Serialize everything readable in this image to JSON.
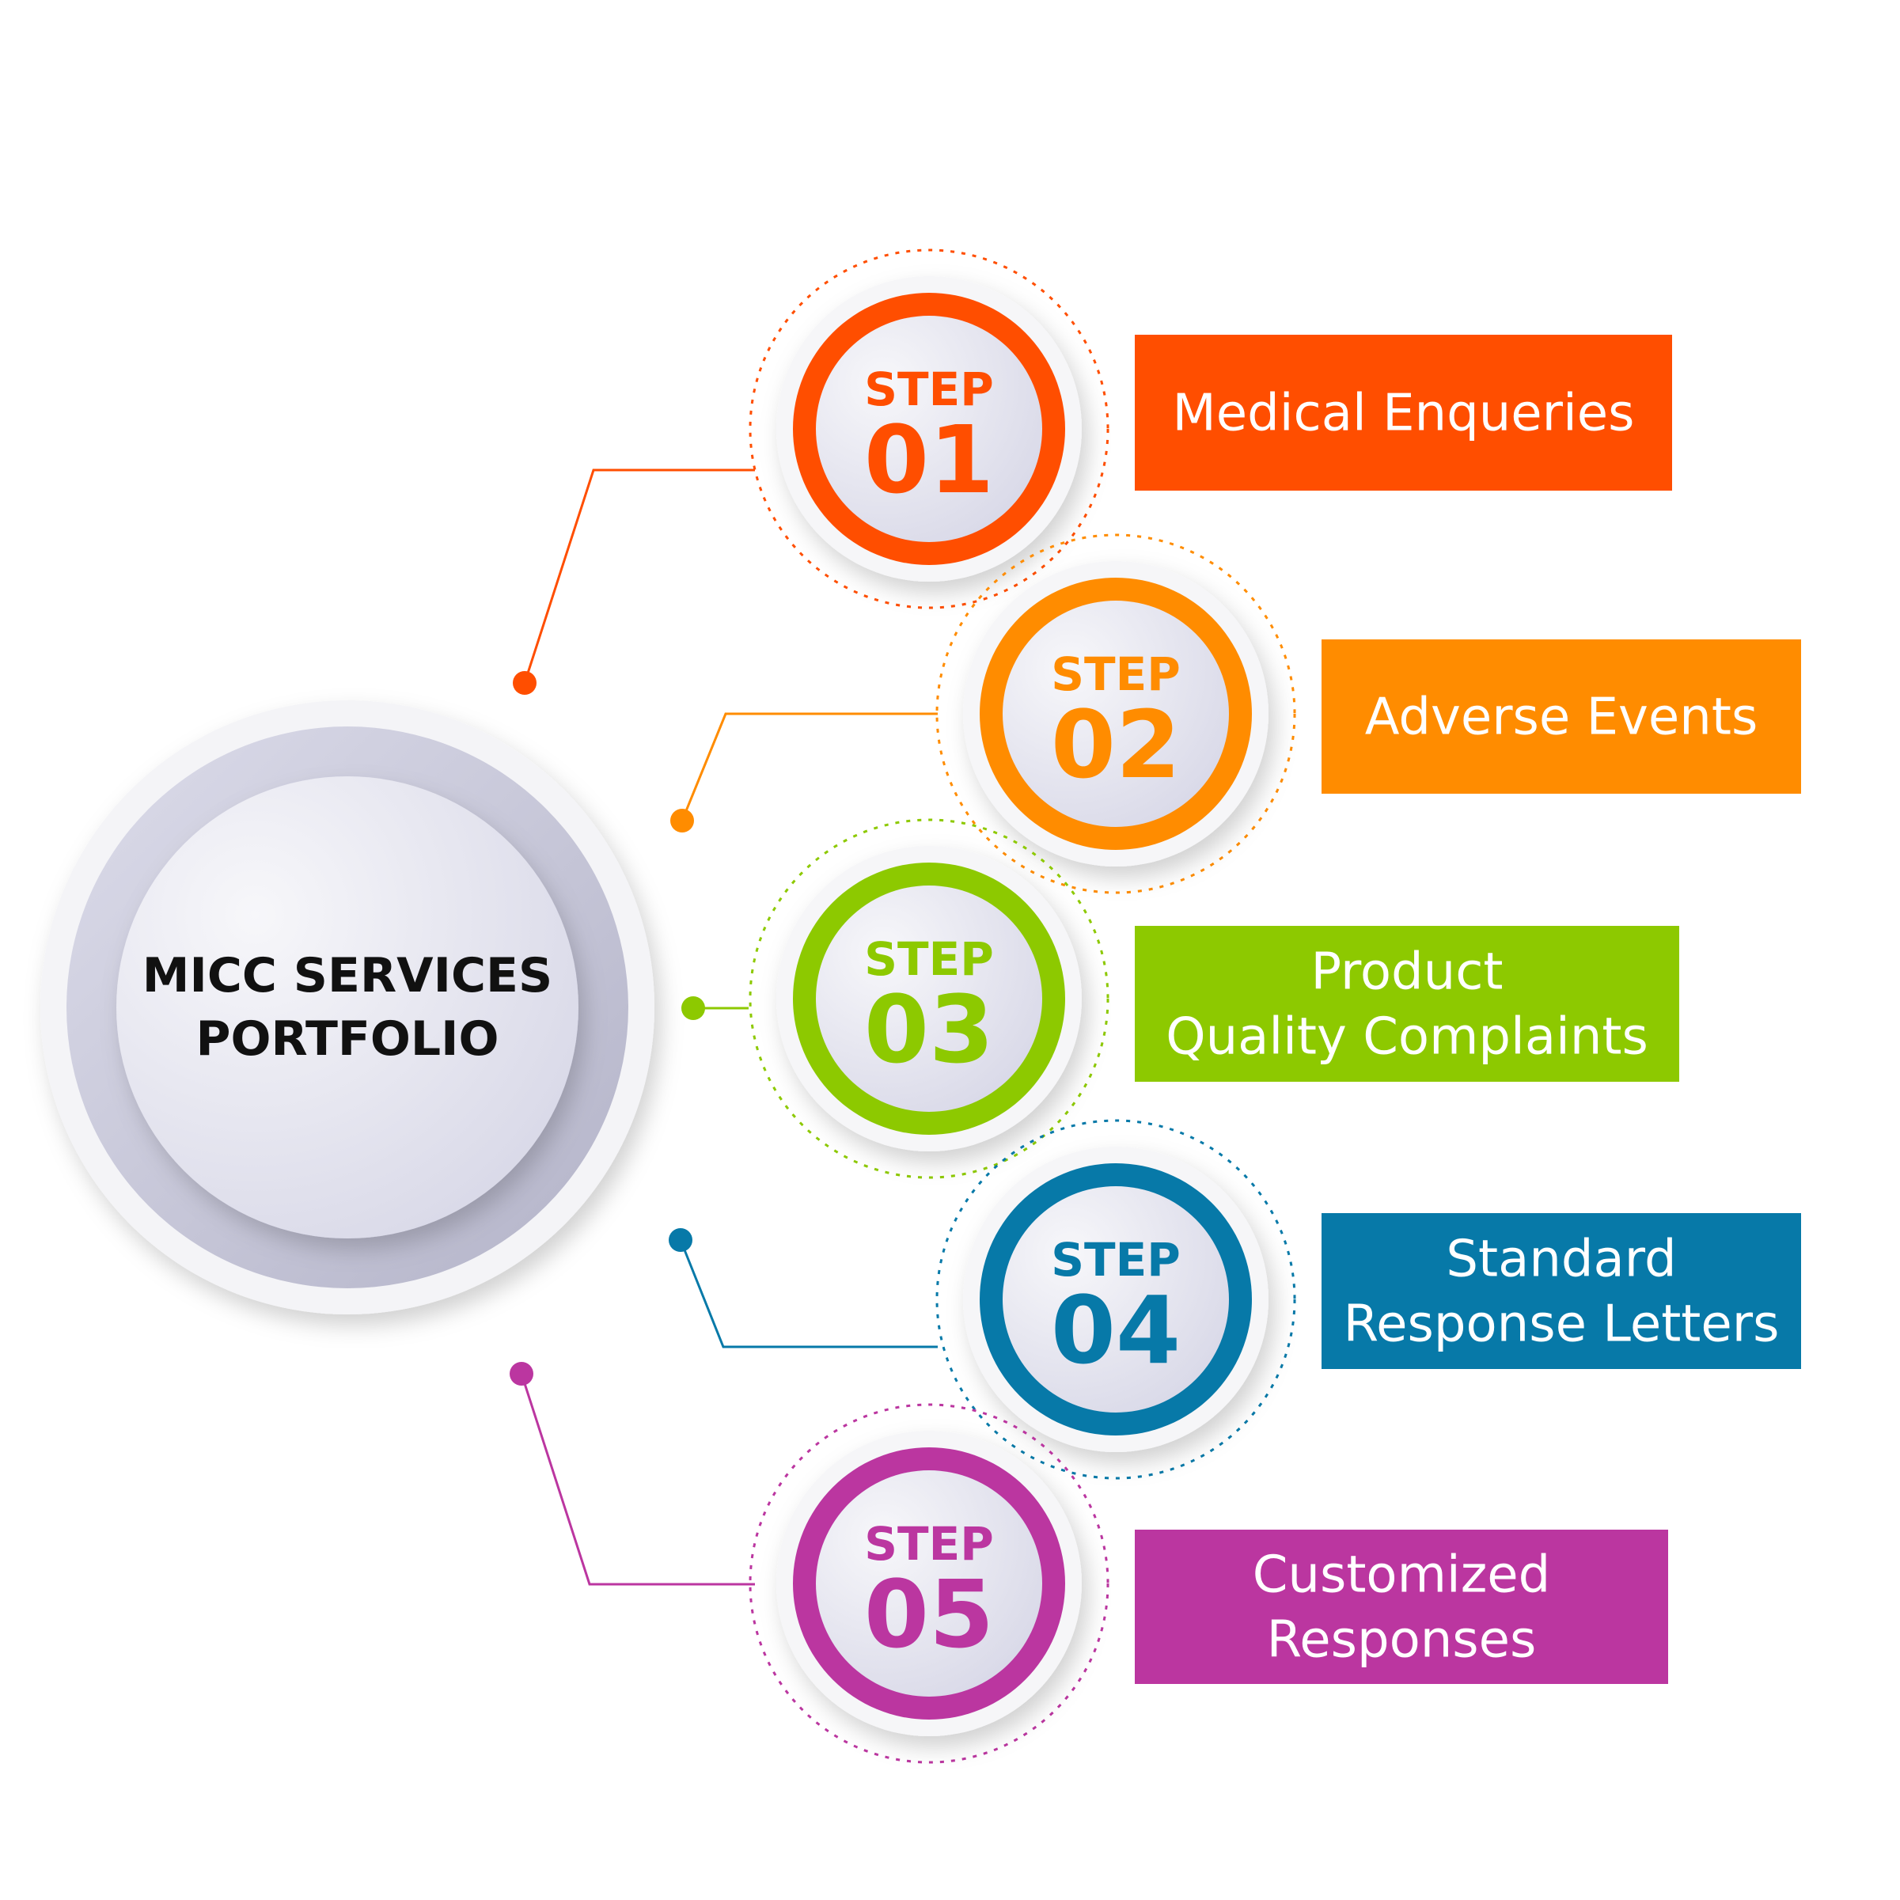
{
  "center": {
    "line1": "MICC SERVICES",
    "line2": "PORTFOLIO"
  },
  "steps": [
    {
      "step": "STEP",
      "number": "01",
      "label": [
        "Medical Enqueries"
      ],
      "color": "#FF4E00"
    },
    {
      "step": "STEP",
      "number": "02",
      "label": [
        "Adverse Events"
      ],
      "color": "#FF8C00"
    },
    {
      "step": "STEP",
      "number": "03",
      "label": [
        "Product",
        "Quality Complaints"
      ],
      "color": "#8DC900"
    },
    {
      "step": "STEP",
      "number": "04",
      "label": [
        "Standard",
        "Response Letters"
      ],
      "color": "#0779A8"
    },
    {
      "step": "STEP",
      "number": "05",
      "label": [
        "Customized",
        "Responses"
      ],
      "color": "#BB36A0"
    }
  ]
}
